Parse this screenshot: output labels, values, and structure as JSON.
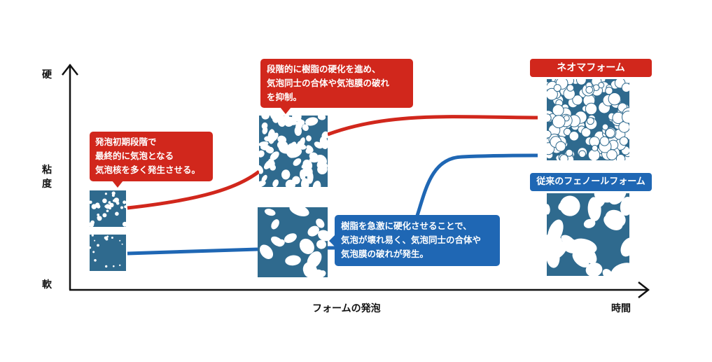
{
  "axes": {
    "y_top": "硬",
    "y_mid_1": "粘",
    "y_mid_2": "度",
    "y_bottom": "軟",
    "x_label": "フォームの発泡",
    "x_end": "時間"
  },
  "callouts": {
    "early": [
      "発泡初期段階で",
      "最終的に気泡となる",
      "気泡核を多く発生させる。"
    ],
    "mid": [
      "段階的に樹脂の硬化を進め、",
      "気泡同士の合体や気泡膜の破れ",
      "を抑制。"
    ],
    "blue": [
      "樹脂を急激に硬化させることで、",
      "気泡が壊れ易く、気泡同士の合体や",
      "気泡膜の破れが発生。"
    ]
  },
  "labels": {
    "neo": "ネオマフォーム",
    "conventional": "従来のフェノールフォーム"
  },
  "colors": {
    "red": "#d1271c",
    "blue": "#1f67b4",
    "foam": "#2f6a8e"
  }
}
